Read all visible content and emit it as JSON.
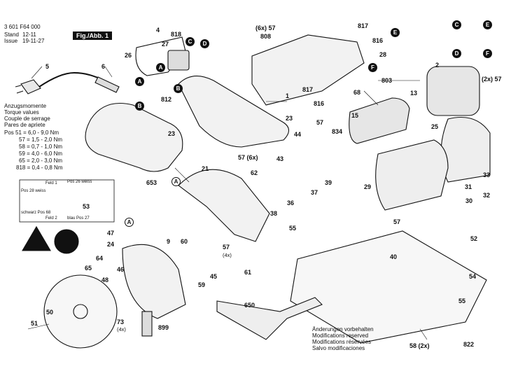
{
  "header": {
    "doc_number": "3 601 F64 000",
    "stand_label": "Stand",
    "stand_value": "12-11",
    "issue_label": "Issue",
    "issue_value": "19-11-27",
    "figure_tag": "Fig./Abb. 1"
  },
  "torque": {
    "lines": [
      "Anzugsmomente",
      "Torque values",
      "Couple de serrage",
      "Pares de apriete",
      "Pos  51 = 6,0 - 9,0 Nm",
      "57 = 1,5 - 2,0 Nm",
      "58 = 0,7 - 1,0 Nm",
      "59 = 4,0 - 6,0 Nm",
      "65 = 2,0 - 3,0 Nm",
      "818 = 0,4 - 0,8 Nm"
    ]
  },
  "wiring": {
    "labels": [
      "Feld 1",
      "Pos 26 weiss",
      "Pos 28 weiss",
      "schwarz Pos 68",
      "Feld 2",
      "blau Pos 27"
    ]
  },
  "disclaimer": {
    "lines": [
      "Änderungen vorbehalten",
      "Modifications reserved",
      "Modifications réservées",
      "Salvo modificaciones"
    ]
  },
  "markers": [
    "A",
    "B",
    "C",
    "D",
    "E",
    "F"
  ],
  "parts": {
    "p1": "1",
    "p2": "2",
    "p4": "4",
    "p5": "5",
    "p6": "6",
    "p9": "9",
    "p13": "13",
    "p15": "15",
    "p21": "21",
    "p23a": "23",
    "p23b": "23",
    "p24": "24",
    "p25": "25",
    "p26": "26",
    "p27": "27",
    "p28": "28",
    "p29": "29",
    "p30": "30",
    "p31": "31",
    "p32": "32",
    "p33": "33",
    "p36": "36",
    "p37": "37",
    "p38": "38",
    "p39": "39",
    "p40": "40",
    "p43": "43",
    "p44": "44",
    "p45": "45",
    "p46": "46",
    "p47": "47",
    "p48": "48",
    "p50": "50",
    "p51": "51",
    "p52": "52",
    "p53": "53",
    "p54": "54",
    "p55a": "55",
    "p55b": "55",
    "p57a": "57",
    "p57b": "57 (6x)",
    "p57c": "57",
    "p57d": "(6x) 57",
    "p57e": "(2x) 57",
    "p58": "58 (2x)",
    "p59": "59",
    "p60": "60",
    "p61": "61",
    "p62": "62",
    "p64": "64",
    "p65": "65",
    "p68": "68",
    "p73": "73",
    "p73n": "(4x)",
    "p650": "650",
    "p653": "653",
    "p803": "803",
    "p808": "808",
    "p812": "812",
    "p816a": "816",
    "p816b": "816",
    "p817a": "817",
    "p817b": "817",
    "p818": "818",
    "p822": "822",
    "p834": "834",
    "p899": "899",
    "p57f": "57",
    "p57g": "(4x)"
  }
}
